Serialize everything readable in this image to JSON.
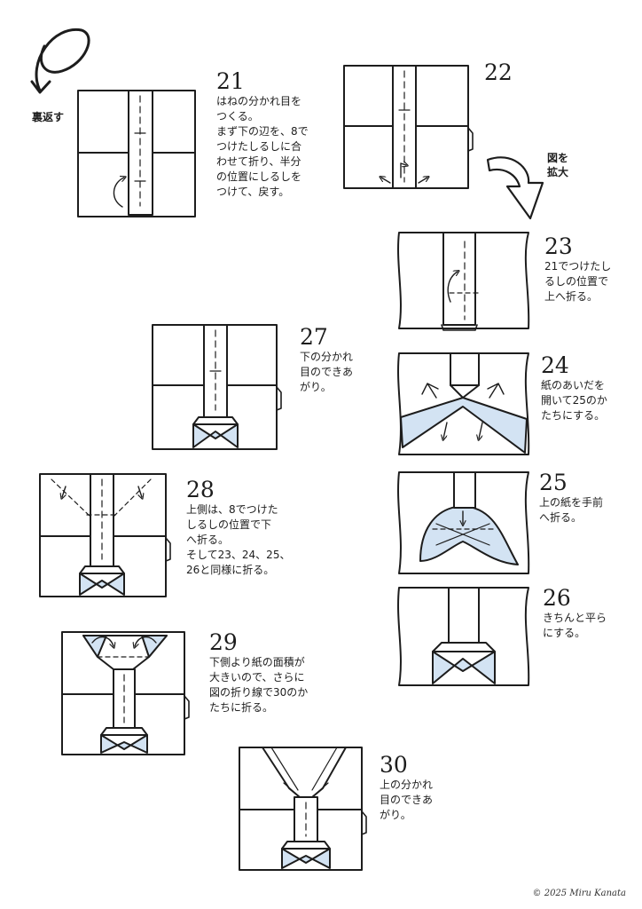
{
  "notes": {
    "flip": "裏返す",
    "zoom": "図を\n拡大"
  },
  "steps": [
    {
      "num": "21",
      "text": "はねの分かれ目を\nつくる。\nまず下の辺を、8で\nつけたしるしに合\nわせて折り、半分\nの位置にしるしを\nつけて、戻す。"
    },
    {
      "num": "22",
      "text": ""
    },
    {
      "num": "23",
      "text": "21でつけたし\nるしの位置で\n上へ折る。"
    },
    {
      "num": "24",
      "text": "紙のあいだを\n開いて25のか\nたちにする。"
    },
    {
      "num": "25",
      "text": "上の紙を手前\nへ折る。"
    },
    {
      "num": "26",
      "text": "きちんと平ら\nにする。"
    },
    {
      "num": "27",
      "text": "下の分かれ\n目のできあ\nがり。"
    },
    {
      "num": "28",
      "text": "上側は、8でつけた\nしるしの位置で下\nへ折る。\nそして23、24、25、\n26と同様に折る。"
    },
    {
      "num": "29",
      "text": "下側より紙の面積が\n大きいので、さらに\n図の折り線で30のか\nたちに折る。"
    },
    {
      "num": "30",
      "text": "上の分かれ\n目のできあ\nがり。"
    }
  ],
  "copyright": "© 2025 Miru Kanata",
  "colors": {
    "line": "#1d1d1d",
    "fill": "#ffffff",
    "blue": "#d3e3f3"
  },
  "icons": [
    "flip-arrow-icon",
    "zoom-arrow-icon",
    "fold-arrow-icon",
    "push-arrow-icon"
  ]
}
